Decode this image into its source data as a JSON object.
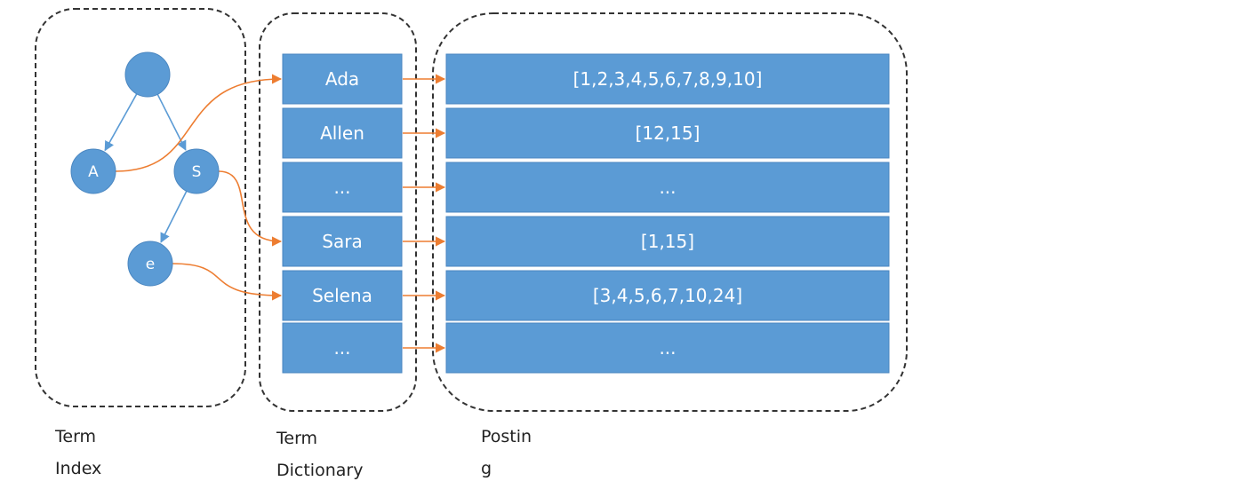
{
  "colors": {
    "box_fill": "#5b9bd5",
    "box_stroke": "#4a86c0",
    "tree_edge": "#5b9bd5",
    "pointer_arrow": "#ed7d31",
    "container_border": "#333333"
  },
  "term_index": {
    "nodes": [
      {
        "id": "root",
        "label": ""
      },
      {
        "id": "A",
        "label": "A"
      },
      {
        "id": "S",
        "label": "S"
      },
      {
        "id": "e",
        "label": "e"
      }
    ],
    "edges": [
      {
        "from": "root",
        "to": "A"
      },
      {
        "from": "root",
        "to": "S"
      },
      {
        "from": "S",
        "to": "e"
      }
    ],
    "caption_line1": "Term",
    "caption_line2": "Index"
  },
  "term_dictionary": {
    "items": [
      "Ada",
      "Allen",
      "...",
      "Sara",
      "Selena",
      "..."
    ],
    "caption_line1": "Term",
    "caption_line2": "Dictionary"
  },
  "postings": {
    "items": [
      "[1,2,3,4,5,6,7,8,9,10]",
      "[12,15]",
      "...",
      "[1,15]",
      "[3,4,5,6,7,10,24]",
      "..."
    ],
    "caption_line1": "Postin",
    "caption_line2": "g"
  },
  "index_links": [
    {
      "from": "A",
      "to_term": 0
    },
    {
      "from": "S",
      "to_term": 3
    },
    {
      "from": "e",
      "to_term": 4
    }
  ]
}
